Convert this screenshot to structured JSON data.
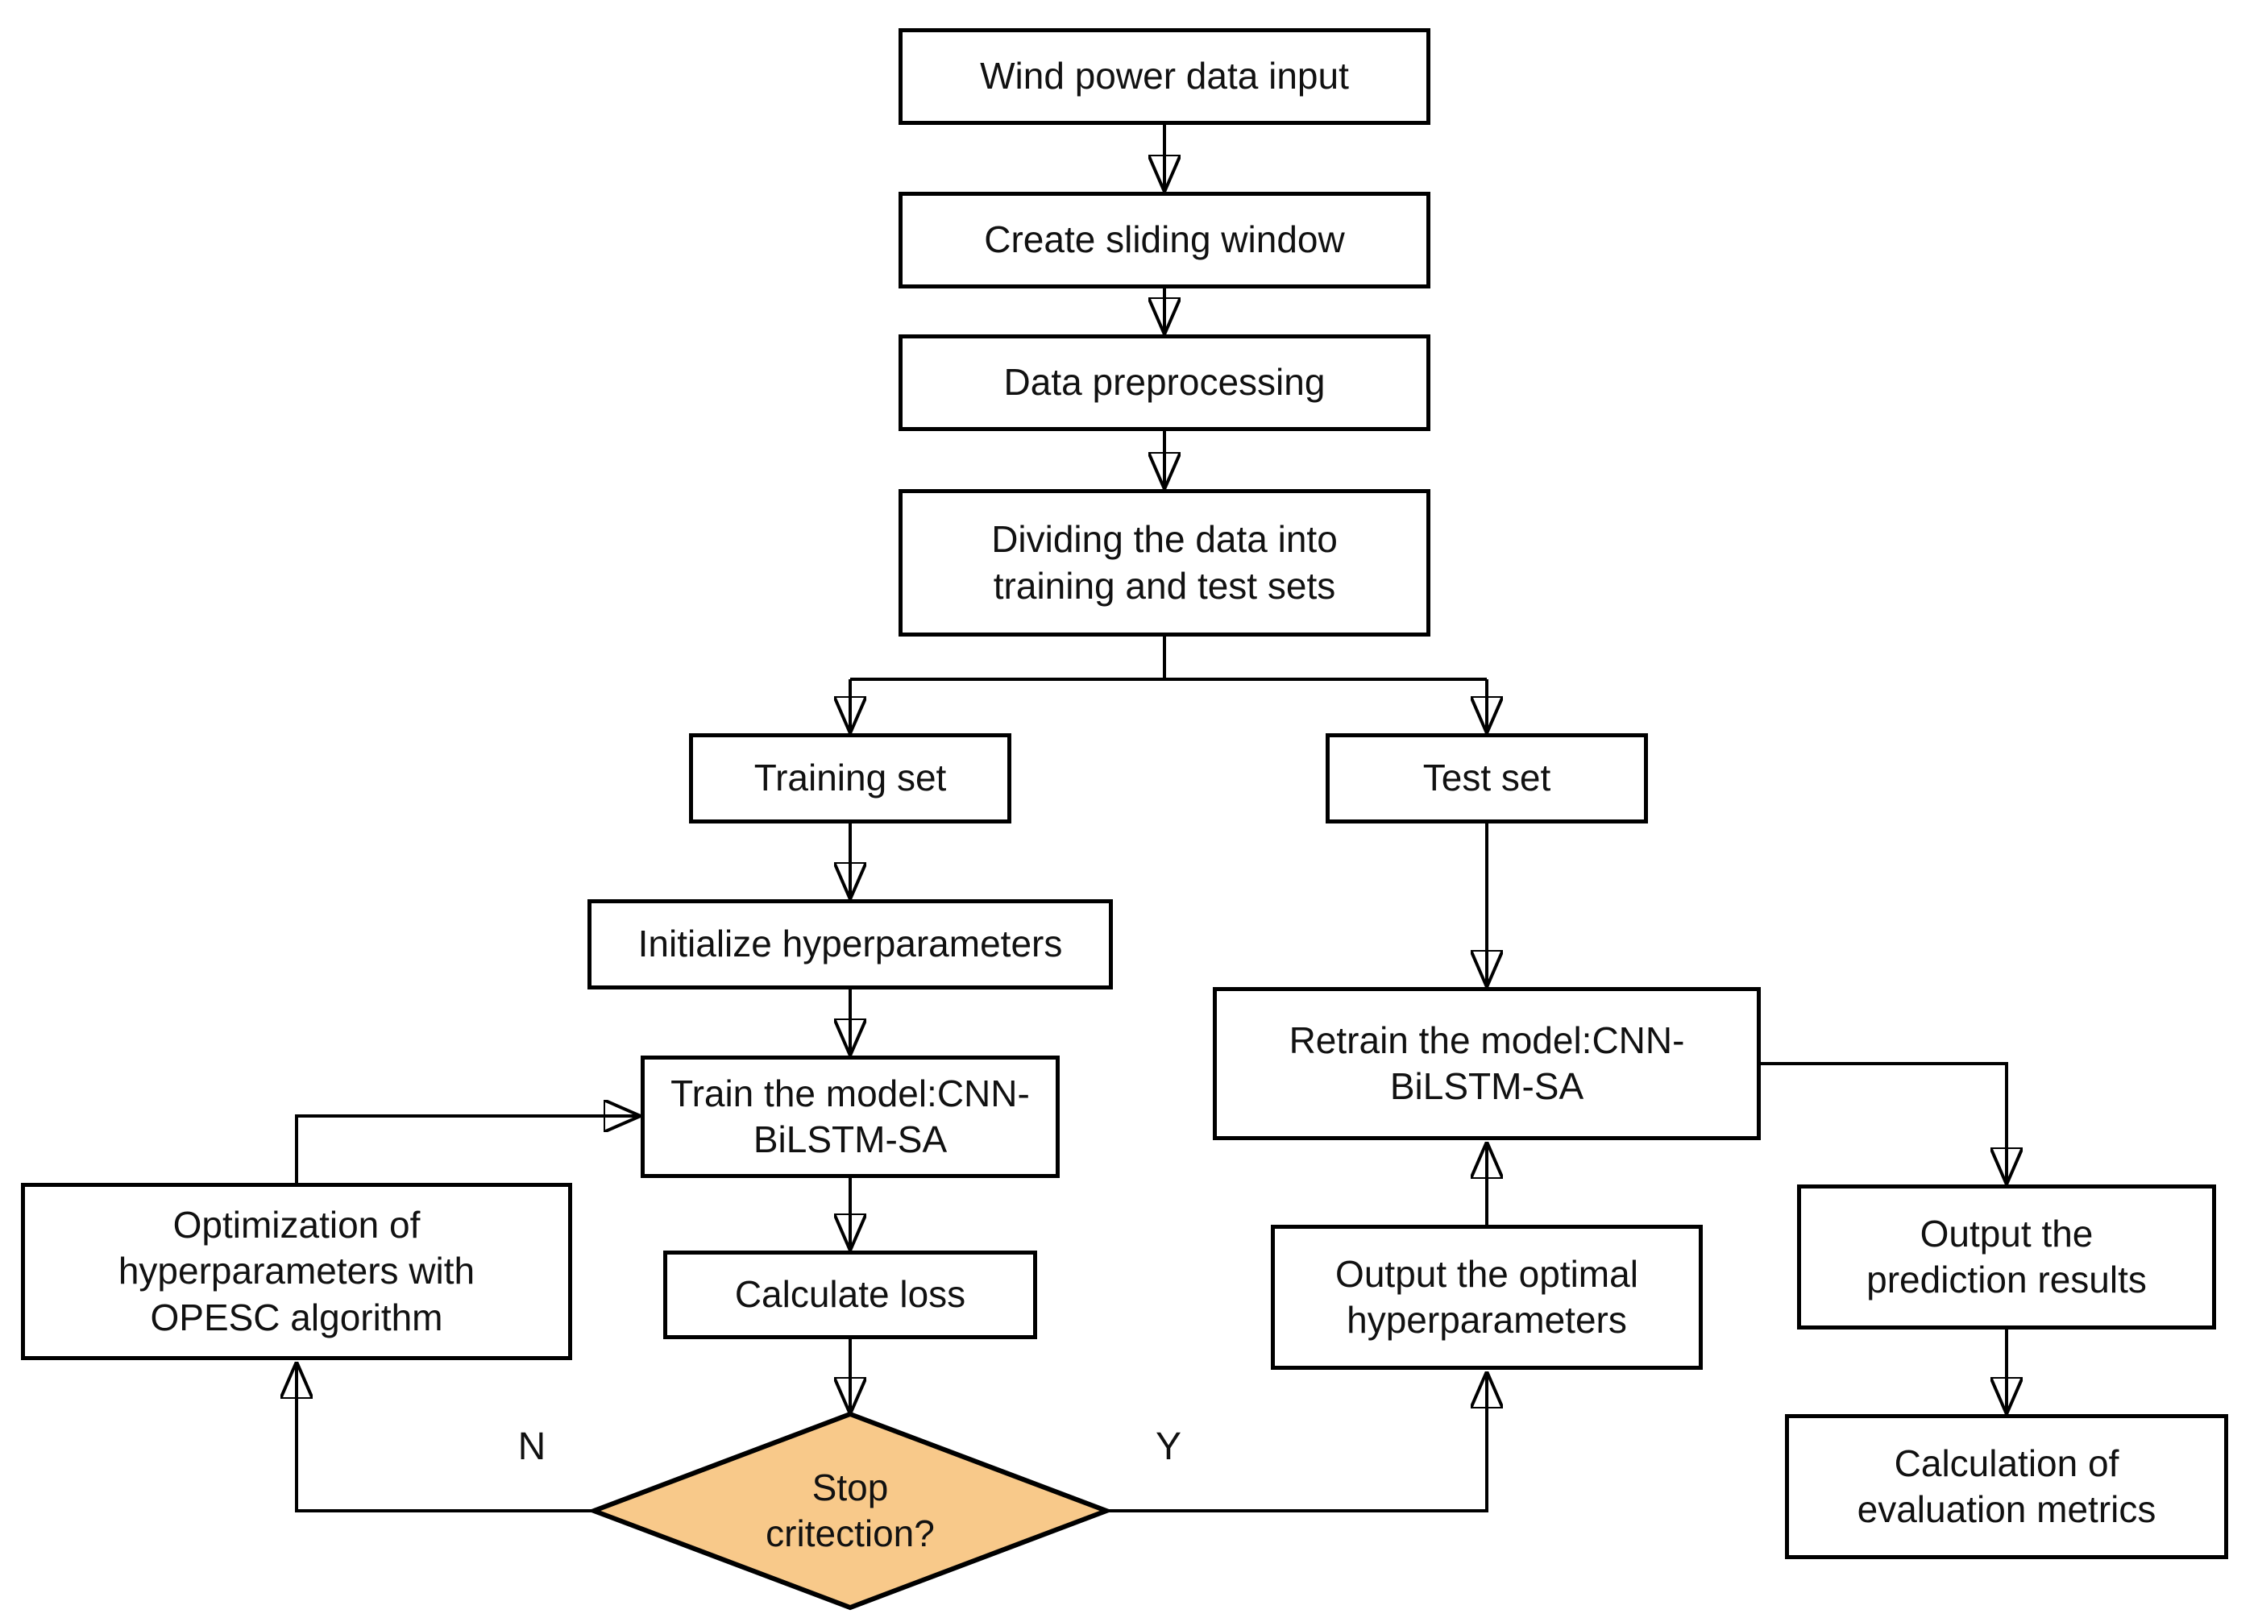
{
  "diagram": {
    "type": "flowchart",
    "colors": {
      "node_fill": "#FFFFFF",
      "node_border": "#000000",
      "line": "#000000",
      "decision_fill": "#F8C98A",
      "text": "#111111"
    },
    "nodes": {
      "wind_power_input": {
        "label": "Wind power data input"
      },
      "create_sliding_window": {
        "label": "Create sliding window"
      },
      "data_preprocessing": {
        "label": "Data preprocessing"
      },
      "dividing_data": {
        "label": "Dividing the data into\ntraining and test sets"
      },
      "training_set": {
        "label": "Training set"
      },
      "test_set": {
        "label": "Test set"
      },
      "initialize_hyperparameters": {
        "label": "Initialize hyperparameters"
      },
      "train_model": {
        "label": "Train the model:CNN-\nBiLSTM-SA"
      },
      "calculate_loss": {
        "label": "Calculate loss"
      },
      "stop_criterion": {
        "label": "Stop\ncritection?"
      },
      "optimization_opesc": {
        "label": "Optimization of\nhyperparameters with\nOPESC algorithm"
      },
      "output_optimal_hyperparameters": {
        "label": "Output the optimal\nhyperparameters"
      },
      "retrain_model": {
        "label": "Retrain the model:CNN-\nBiLSTM-SA"
      },
      "output_prediction_results": {
        "label": "Output the\nprediction results"
      },
      "calculation_evaluation_metrics": {
        "label": "Calculation of\nevaluation  metrics"
      }
    },
    "edge_labels": {
      "no": "N",
      "yes": "Y"
    }
  }
}
